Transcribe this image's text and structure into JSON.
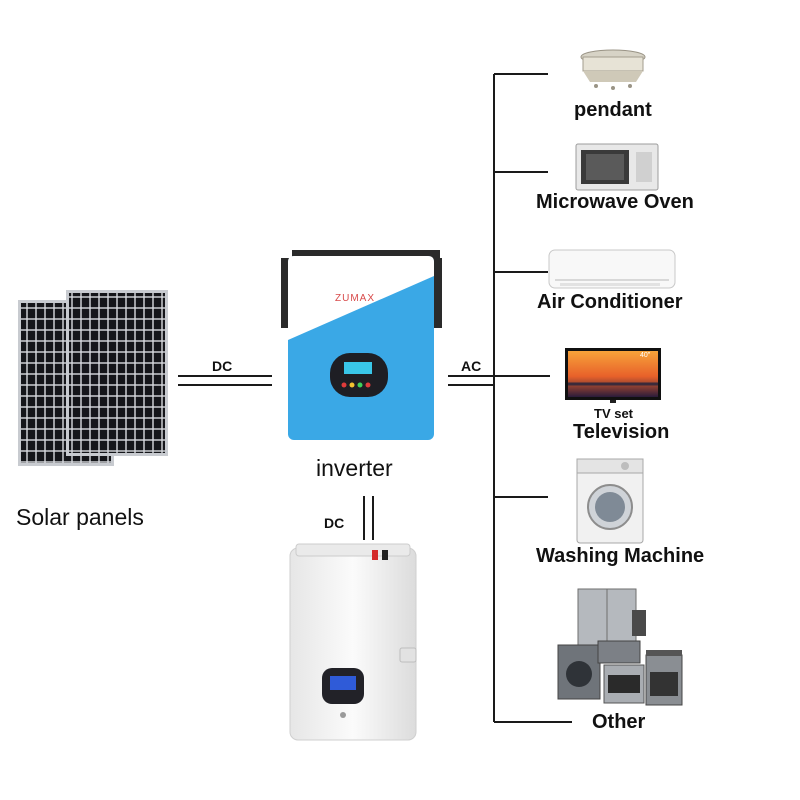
{
  "labels": {
    "solar_panels": "Solar panels",
    "inverter": "inverter",
    "dc_left": "DC",
    "ac": "AC",
    "dc_down": "DC"
  },
  "inverter_brand": "ZUMAX",
  "tv_screen_text": "40\"",
  "appliances": [
    {
      "label": "pendant",
      "icon": "chandelier-icon"
    },
    {
      "label": "Microwave Oven",
      "icon": "microwave-icon"
    },
    {
      "label": "Air Conditioner",
      "icon": "air-conditioner-icon"
    },
    {
      "label": "Television",
      "icon": "television-icon",
      "sublabel": "TV set"
    },
    {
      "label": "Washing Machine",
      "icon": "washing-machine-icon"
    },
    {
      "label": "Other",
      "icon": "home-appliances-icon"
    }
  ],
  "colors": {
    "inverter_blue": "#3aa8e6",
    "line": "#1a1a1a",
    "panel_cell": "#15161a",
    "battery_white": "#f3f3f3"
  }
}
